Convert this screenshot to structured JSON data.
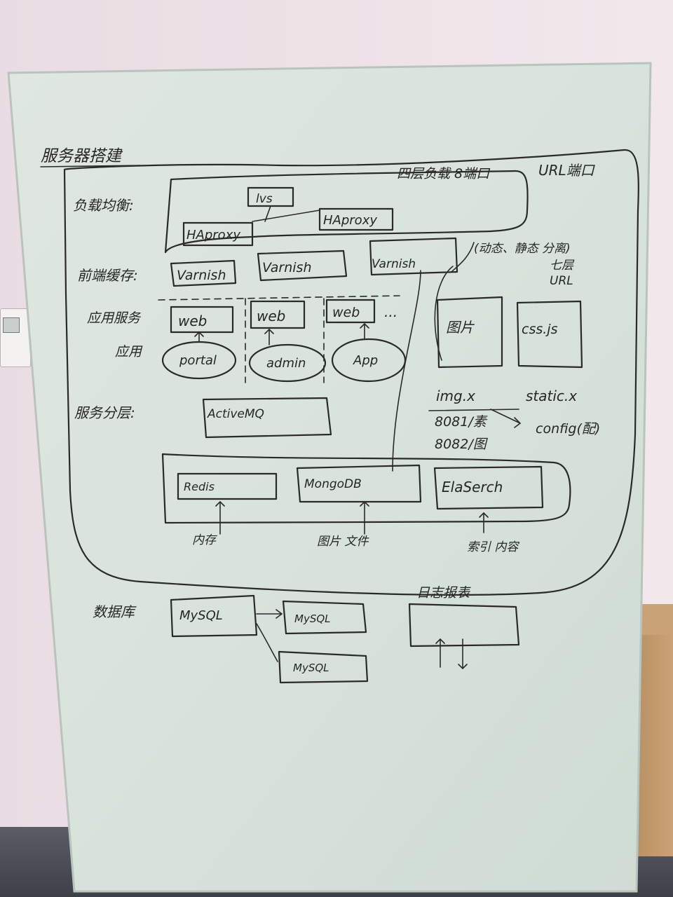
{
  "whiteboard": {
    "title": "服务器搭建",
    "load_balancing": {
      "label": "负载均衡:",
      "top_note": "四层负载 8端口",
      "right_note": "URL端口",
      "lvs": "lvs",
      "haproxy_left": "HAproxy",
      "haproxy_right": "HAproxy"
    },
    "frontend_cache": {
      "label": "前端缓存:",
      "varnish_1": "Varnish",
      "varnish_2": "Varnish",
      "varnish_3": "Varnish",
      "note": "(动态、静态 分离)",
      "note2": "七层",
      "note3": "URL"
    },
    "app_servers": {
      "label": "应用服务",
      "side_label": "应用",
      "web_1": "web",
      "web_2": "web",
      "web_3": "web",
      "ellipsis": "...",
      "app_1": "portal",
      "app_2": "admin",
      "app_3": "App",
      "images_box": "图片",
      "css_box": "css.js"
    },
    "service_layer": {
      "label": "服务分层:",
      "mq": "ActiveMQ",
      "img_host": "img.x",
      "static_host": "static.x",
      "port_1": "8081/素",
      "port_2": "8082/图",
      "config": "config(配)"
    },
    "storage": {
      "redis": "Redis",
      "mongodb": "MongoDB",
      "elasticsearch": "ElaSerch",
      "redis_note": "内存",
      "mongodb_note": "图片 文件",
      "es_note": "索引 内容"
    },
    "database": {
      "label": "数据库",
      "mysql": "MySQL",
      "mysql_replica_1": "MySQL",
      "mysql_replica_2": "MySQL",
      "report_label": "日志报表"
    }
  }
}
